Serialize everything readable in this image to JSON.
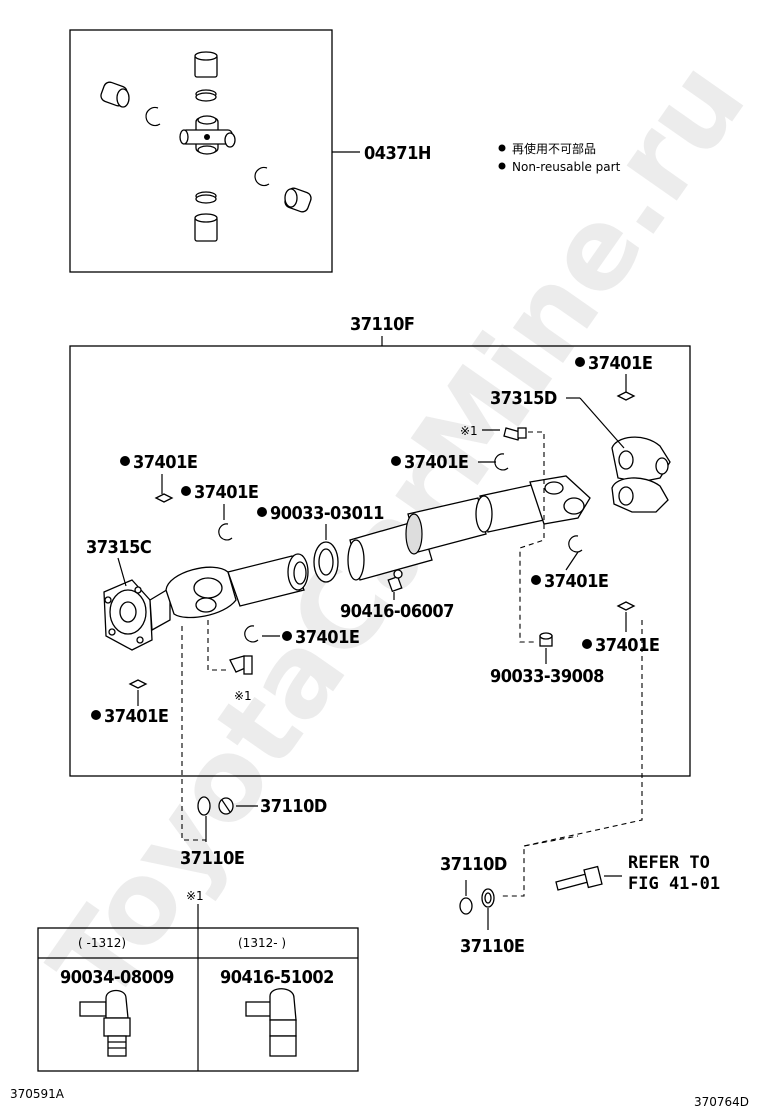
{
  "watermark": "ToyotaCarMine.ru",
  "notes": {
    "line1": "再使用不可部品",
    "line2": "Non-reusable part"
  },
  "labels": {
    "kit": "04371H",
    "assembly": "37110F",
    "flange_left": "37315C",
    "flange_right": "37315D",
    "snap_ring": "37401E",
    "plug_upper": "90033-03011",
    "fitting_center": "90416-06007",
    "plug_right": "90033-39008",
    "nut": "37110D",
    "washer": "37110E",
    "ref_note": "※1",
    "refer_line1": "REFER TO",
    "refer_line2": "FIG 41-01",
    "code_left": "370591A",
    "code_right": "370764D"
  },
  "table": {
    "header_mark": "※1",
    "col1_range": "(      -1312)",
    "col2_range": "(1312-       )",
    "col1_part": "90034-08009",
    "col2_part": "90416-51002"
  }
}
